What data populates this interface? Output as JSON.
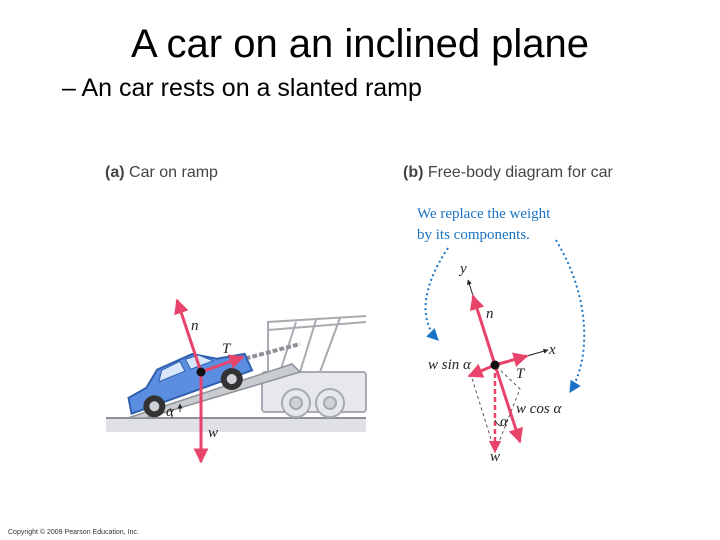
{
  "slide": {
    "title": "A car on an inclined plane",
    "bullet": "– An car rests on a slanted ramp",
    "copyright": "Copyright © 2009 Pearson Education, Inc."
  },
  "panel_a": {
    "letter": "(a)",
    "title": "Car on ramp",
    "labels": {
      "n": "n",
      "T": "T",
      "w": "w",
      "alpha": "α"
    }
  },
  "panel_b": {
    "letter": "(b)",
    "title": "Free-body diagram for car",
    "caption_line1": "We replace the weight",
    "caption_line2": "by its components.",
    "labels": {
      "y": "y",
      "x": "x",
      "n": "n",
      "T": "T",
      "w": "w",
      "alpha": "α",
      "w_sin": "w sin α",
      "w_cos": "w cos α"
    }
  },
  "colors": {
    "force_arrow": "#e8436a",
    "car_body": "#5b8de0",
    "callout": "#1a73c4",
    "ramp": "#c9ccd1"
  }
}
